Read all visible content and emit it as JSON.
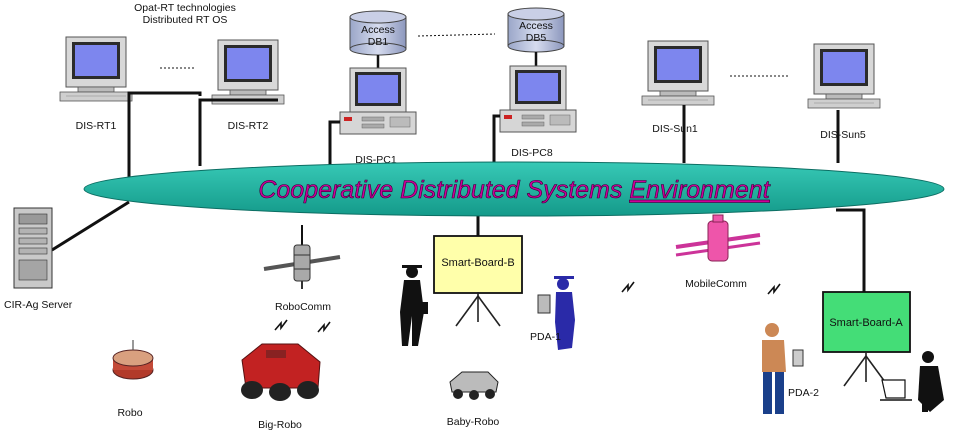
{
  "header_note": {
    "line1": "Opat-RT technologies",
    "line2": "Distributed RT OS"
  },
  "environment": {
    "title_prefix": "Cooperative Distributed Systems ",
    "title_underlined": "Environment",
    "fill_color": "#1fb5a3"
  },
  "databases": [
    {
      "line1": "Access",
      "line2": "DB1"
    },
    {
      "line1": "Access",
      "line2": "DB5"
    }
  ],
  "computers": {
    "rt1": "DIS-RT1",
    "rt2": "DIS-RT2",
    "pc1": "DIS-PC1",
    "pc8": "DIS-PC8",
    "sun1": "DIS-Sun1",
    "sun5": "DIS-Sun5"
  },
  "server": "CIR-Ag Server",
  "satellites": {
    "robocomm": "RoboComm",
    "mobilecomm": "MobileComm"
  },
  "boards": {
    "b": "Smart-Board-B",
    "a": "Smart-Board-A",
    "b_color": "#ffffaa",
    "a_color": "#44dd77"
  },
  "pdas": {
    "pda1": "PDA-1",
    "pda2": "PDA-2"
  },
  "robots": {
    "robo": "Robo",
    "big": "Big-Robo",
    "baby": "Baby-Robo"
  }
}
